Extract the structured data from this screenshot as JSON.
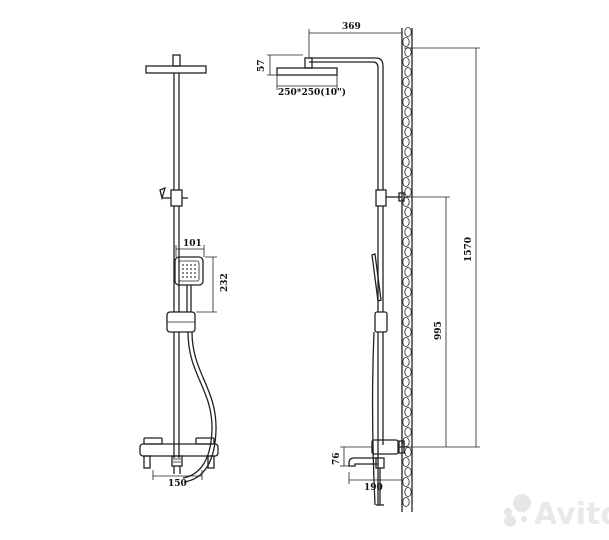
{
  "dimensions": {
    "arm_reach": "369",
    "head_thickness": "57",
    "head_size": "250*250(10\")",
    "hand_shower_width": "101",
    "hand_shower_height": "232",
    "total_height": "1570",
    "slider_height": "995",
    "mixer_centers": "150",
    "spout_height": "76",
    "spout_reach": "190"
  },
  "watermark": {
    "text": "Avito",
    "icon": "avito-dots-logo"
  }
}
